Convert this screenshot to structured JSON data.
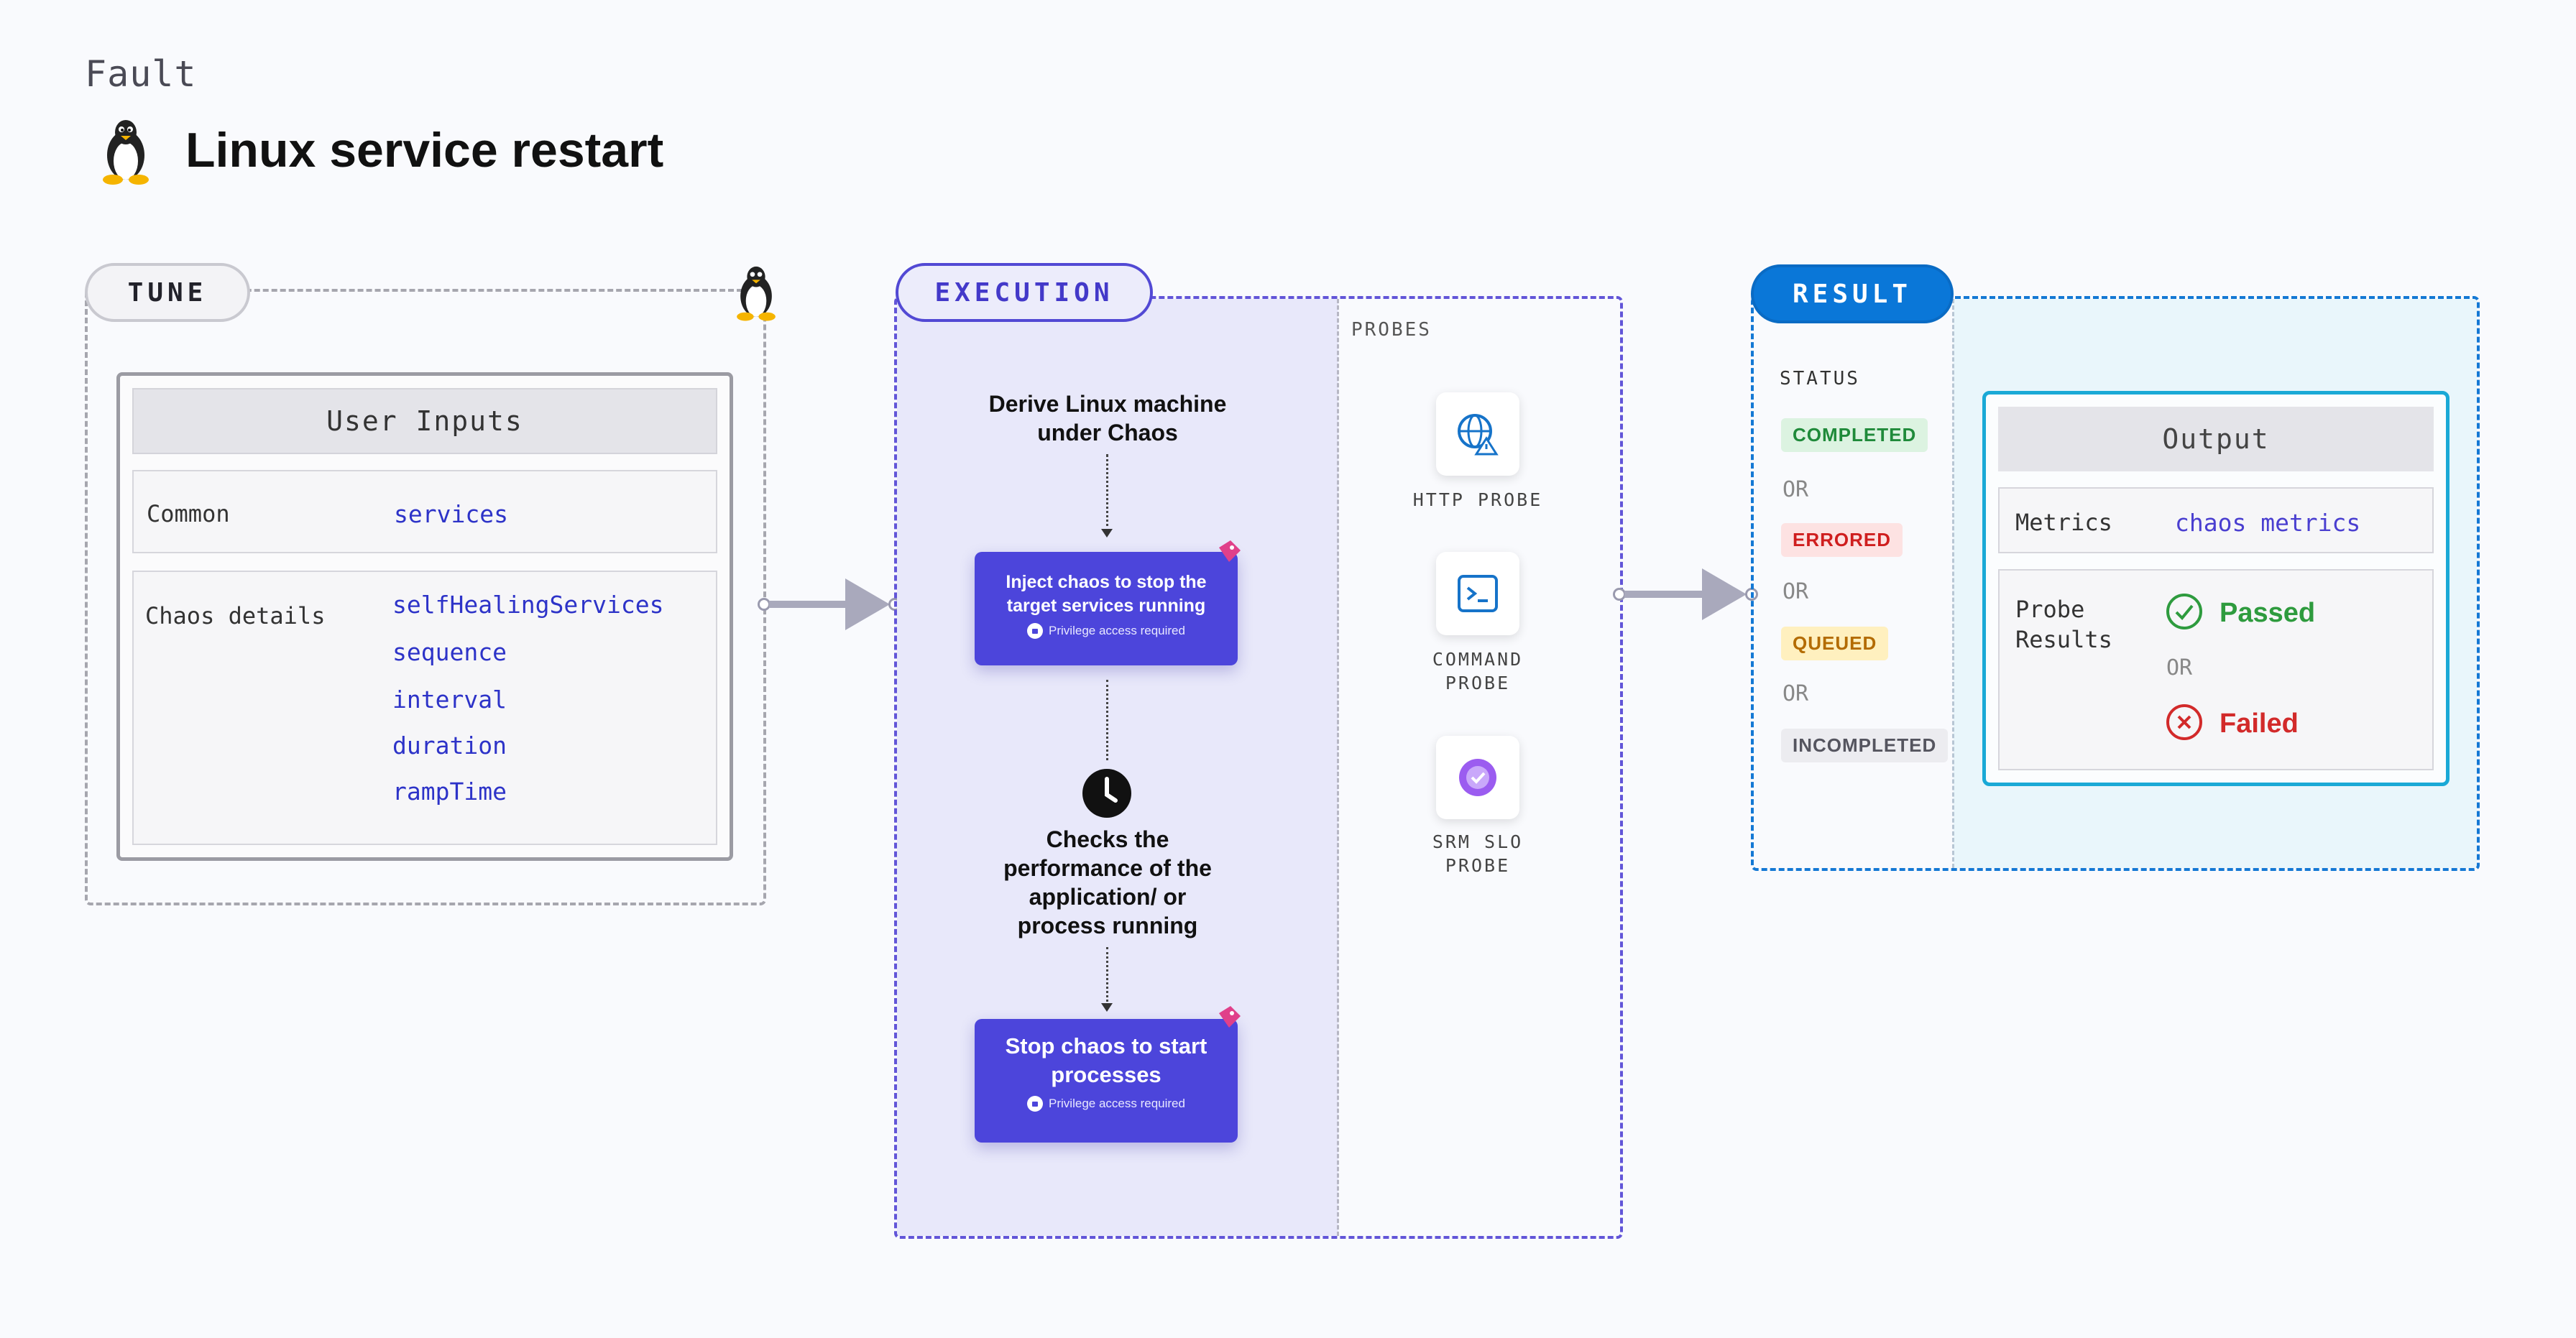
{
  "header": {
    "fault_label": "Fault",
    "title": "Linux service restart"
  },
  "tune": {
    "pill": "TUNE",
    "inputs_header": "User Inputs",
    "common_label": "Common",
    "common_values": [
      "services"
    ],
    "chaos_label": "Chaos details",
    "chaos_values": [
      "selfHealingServices",
      "sequence",
      "interval",
      "duration",
      "rampTime"
    ]
  },
  "execution": {
    "pill": "EXECUTION",
    "step1": "Derive Linux machine under Chaos",
    "inject_box": "Inject chaos to stop the target services running",
    "privilege": "Privilege access required",
    "step3": "Checks the performance of the application/ or process running",
    "stop_box": "Stop chaos to start processes",
    "probes_label": "PROBES",
    "probes": [
      {
        "label": "HTTP PROBE",
        "icon": "http-probe-icon"
      },
      {
        "label": "COMMAND PROBE",
        "icon": "command-probe-icon"
      },
      {
        "label": "SRM SLO PROBE",
        "icon": "srm-slo-probe-icon"
      }
    ]
  },
  "result": {
    "pill": "RESULT",
    "status_label": "STATUS",
    "statuses": [
      {
        "label": "COMPLETED",
        "fg": "#1f8a3a",
        "bg": "#dcf3e1"
      },
      {
        "label": "ERRORED",
        "fg": "#cf1e1e",
        "bg": "#fde2e2"
      },
      {
        "label": "QUEUED",
        "fg": "#b36b00",
        "bg": "#fff0bf"
      },
      {
        "label": "INCOMPLETED",
        "fg": "#55555f",
        "bg": "#ececf0"
      }
    ],
    "or": "OR",
    "output_header": "Output",
    "metrics_label": "Metrics",
    "metrics_value": "chaos metrics",
    "probe_results_label": "Probe Results",
    "passed": "Passed",
    "failed": "Failed"
  },
  "colors": {
    "execution_accent": "#4c45db",
    "result_accent": "#0a77d8",
    "passed": "#2e9b3e",
    "failed": "#d22a2a"
  }
}
